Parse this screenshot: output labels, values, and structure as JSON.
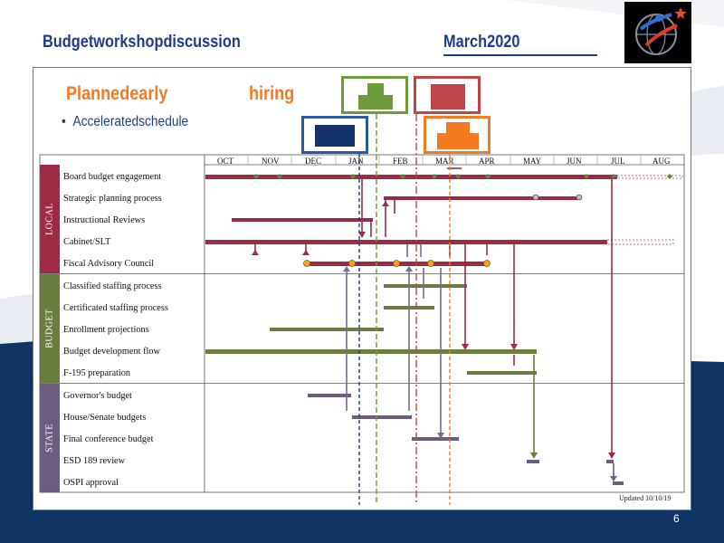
{
  "header": {
    "title_left": "Budgetworkshopdiscussion",
    "title_right": "March2020"
  },
  "slide": {
    "heading_part1": "Plannedearly",
    "heading_part2": "hiring",
    "bullet_text": "Acceleratedschedule",
    "page_number": "6",
    "updated_text": "Updated 10/10/19"
  },
  "timeline": {
    "months": [
      "OCT",
      "NOV",
      "DEC",
      "JAN",
      "FEB",
      "MAR",
      "APR",
      "MAY",
      "JUN",
      "JUL",
      "AUG"
    ],
    "sections": [
      {
        "name": "LOCAL",
        "color": "#9e2a43",
        "rows": [
          "Board budget engagement",
          "Strategic planning process",
          "Instructional Reviews",
          "Cabinet/SLT",
          "Fiscal Advisory Council"
        ]
      },
      {
        "name": "BUDGET",
        "color": "#6a7d3c",
        "rows": [
          "Classified staffing process",
          "Certificated staffing process",
          "Enrollment projections",
          "Budget development flow",
          "F-195 preparation"
        ]
      },
      {
        "name": "STATE",
        "color": "#6e5c80",
        "rows": [
          "Governor's budget",
          "House/Senate budgets",
          "Final conference budget",
          "ESD 189 review",
          "OSPI approval"
        ]
      }
    ]
  },
  "colors": {
    "title_blue": "#1f3b8c",
    "orange": "#f47a21",
    "local": "#9e2a43",
    "budget": "#6a7d3c",
    "state": "#6e5c80",
    "background_blue": "#0f3566"
  }
}
